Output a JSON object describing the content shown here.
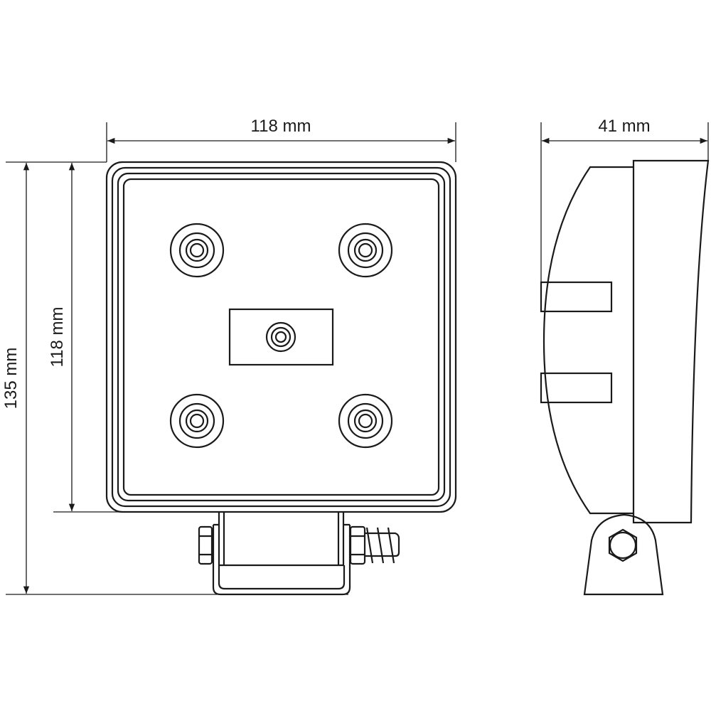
{
  "dimensions": {
    "front_width": "118 mm",
    "side_depth": "41 mm",
    "total_height": "135 mm",
    "housing_height": "118 mm"
  },
  "colors": {
    "line": "#1a1a1a",
    "background": "#ffffff"
  }
}
